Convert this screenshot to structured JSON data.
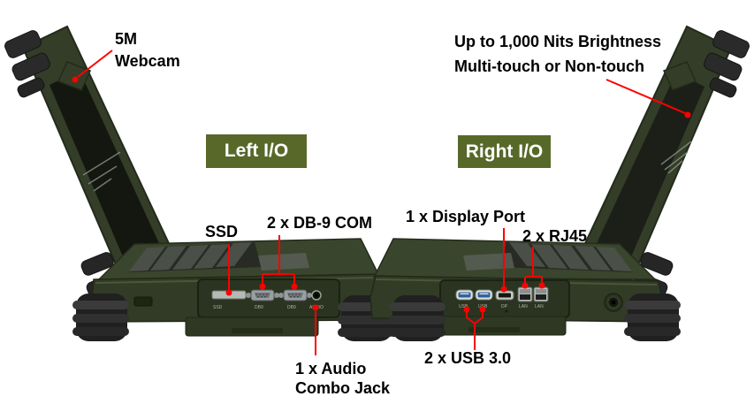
{
  "title": "Rugged laptop Left and Right I/O diagram",
  "colors": {
    "accent_red": "#FF0000",
    "label_box_bg": "#576829",
    "label_box_text": "#FFFFFF",
    "body_olive": "#333D28",
    "deck_olive": "#3A452D",
    "annotation_text": "#000000",
    "usb_blue": "#2F5F9E"
  },
  "callouts": {
    "webcam_line1": "5M",
    "webcam_line2": "Webcam",
    "brightness_line1": "Up to 1,000 Nits Brightness",
    "brightness_line2": "Multi-touch or Non-touch",
    "left_io": "Left I/O",
    "right_io": "Right I/O",
    "ssd": "SSD",
    "db9": "2 x DB-9 COM",
    "audio_line1": "1 x Audio",
    "audio_line2": "Combo Jack",
    "display_port": "1 x Display Port",
    "rj45": "2 x RJ45",
    "usb": "2 x USB 3.0"
  },
  "port_labels": {
    "left": {
      "ssd": "SSD",
      "db9_1": "DB9",
      "db9_2": "DB9",
      "audio": "AUDIO"
    },
    "right": {
      "usb_1": "USB",
      "usb_2": "USB",
      "dp": "DP",
      "lan_1": "LAN",
      "lan_2": "LAN"
    }
  }
}
